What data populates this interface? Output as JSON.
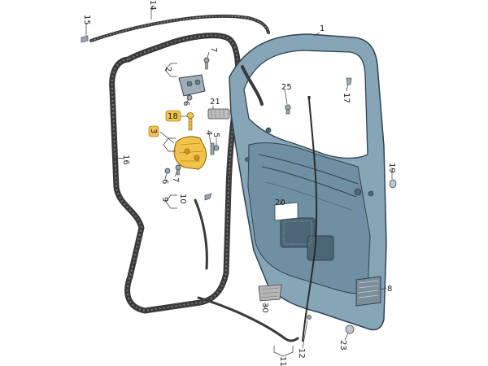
{
  "colors": {
    "door_fill": "#86a6b8",
    "door_dark": "#5f7f91",
    "door_edge": "#2f4350",
    "highlight_yellow": "#f2c34a",
    "seal_dark": "#3a3a3a",
    "part_grey": "#9fb0bb"
  },
  "callouts": {
    "c1": "1",
    "c2": "2",
    "c3": "3",
    "c4": "4",
    "c5": "5",
    "c6a": "6",
    "c6b": "6",
    "c7a": "7",
    "c7b": "7",
    "c8": "8",
    "c9": "9",
    "c10": "10",
    "c11": "11",
    "c12": "12",
    "c14": "14",
    "c15": "15",
    "c16": "16",
    "c17": "17",
    "c18": "18",
    "c19": "19",
    "c20": "20",
    "c21": "21",
    "c23": "23",
    "c25": "25",
    "c30": "30"
  }
}
